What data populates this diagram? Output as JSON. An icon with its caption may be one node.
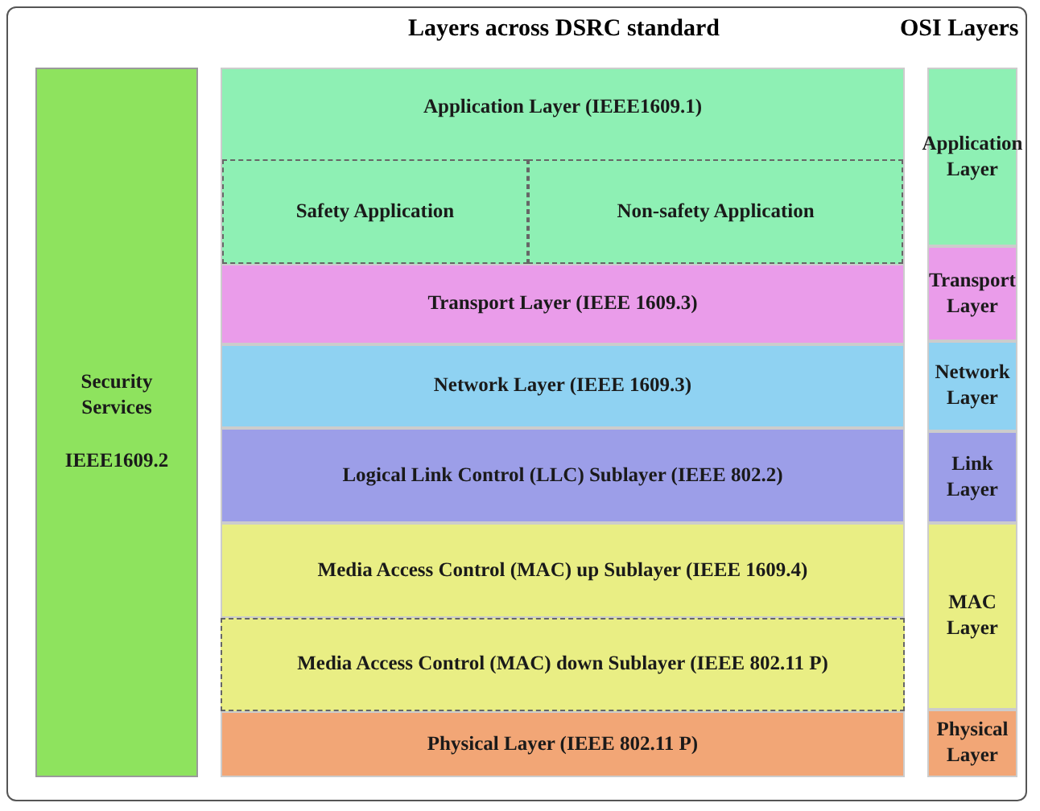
{
  "diagram": {
    "nodes": [
      {
        "text": [
          "Security Services",
          "IEEE1609.2"
        ]
      },
      {
        "text": [
          "Application Layer (IEEE1609.1)"
        ]
      },
      {
        "text": [
          "Safety Application"
        ],
        "in": 1
      },
      {
        "text": [
          "Non-safety Application"
        ],
        "in": 1
      },
      {
        "text": [
          "Transport Layer (IEEE 1609.3)"
        ]
      },
      {
        "text": [
          "Network Layer (IEEE 1609.3)"
        ]
      },
      {
        "text": [
          "Logical Link Control (LLC) Sublayer (IEEE 802.2)"
        ]
      },
      {
        "text": [
          "Media Access Control (MAC) up Sublayer (IEEE 1609.4)"
        ]
      },
      {
        "text": [
          "Media Access Control (MAC) down Sublayer (IEEE 802.11 P)"
        ]
      },
      {
        "text": [
          "Physical Layer (IEEE 802.11 P)"
        ]
      },
      {
        "text": [
          "Application Layer"
        ]
      },
      {
        "text": [
          "Transport Layer"
        ]
      },
      {
        "text": [
          "Network Layer"
        ]
      },
      {
        "text": [
          "Link Layer"
        ]
      },
      {
        "text": [
          "MAC Layer"
        ]
      },
      {
        "text": [
          "Physical Layer"
        ]
      }
    ],
    "labels": [
      "Layers across DSRC standard",
      "OSI Layers"
    ]
  }
}
